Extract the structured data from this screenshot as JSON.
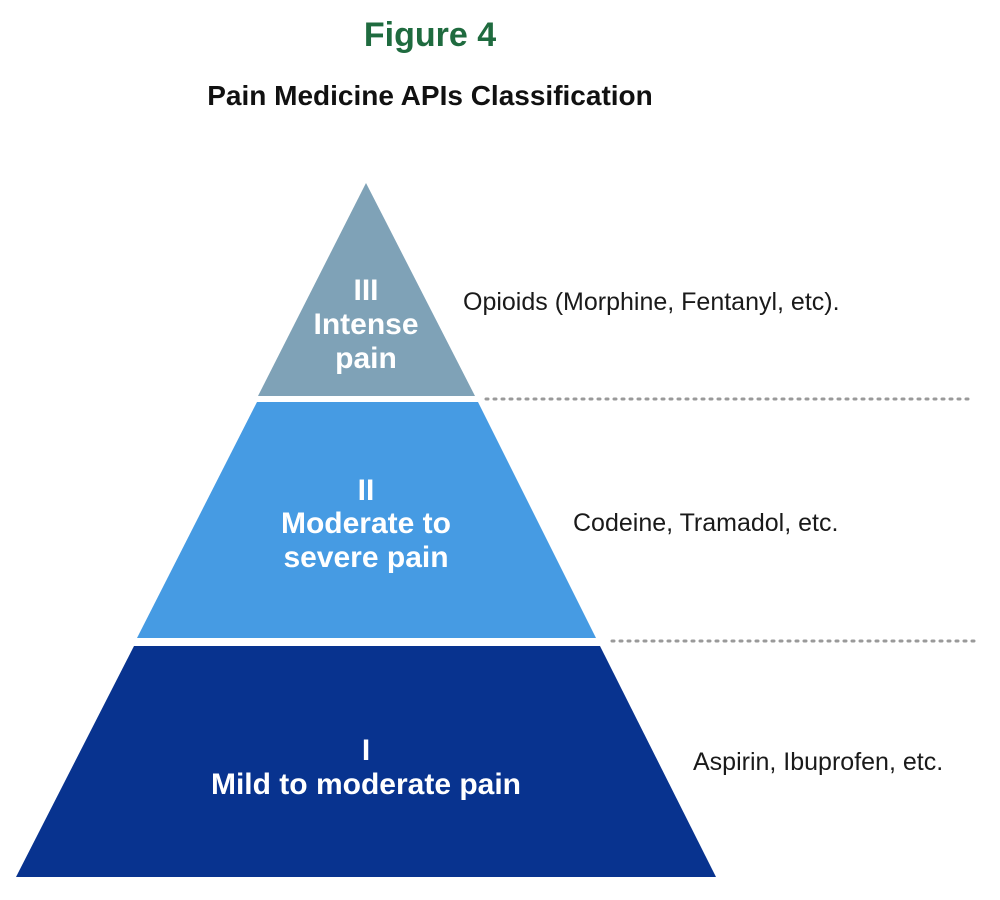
{
  "figure": {
    "label": "Figure 4",
    "title": "Pain Medicine APIs Classification"
  },
  "colors": {
    "label": "#1f6b3f",
    "tier_iii": "#7fa2b7",
    "tier_ii": "#469be3",
    "tier_i": "#08338f"
  },
  "tiers": [
    {
      "level": "III",
      "name_lines": [
        "Intense",
        "pain"
      ],
      "examples": "Opioids (Morphine, Fentanyl, etc)."
    },
    {
      "level": "II",
      "name_lines": [
        "Moderate to",
        "severe pain"
      ],
      "examples": "Codeine, Tramadol, etc."
    },
    {
      "level": "I",
      "name_lines": [
        "Mild to moderate pain"
      ],
      "examples": "Aspirin, Ibuprofen, etc."
    }
  ]
}
